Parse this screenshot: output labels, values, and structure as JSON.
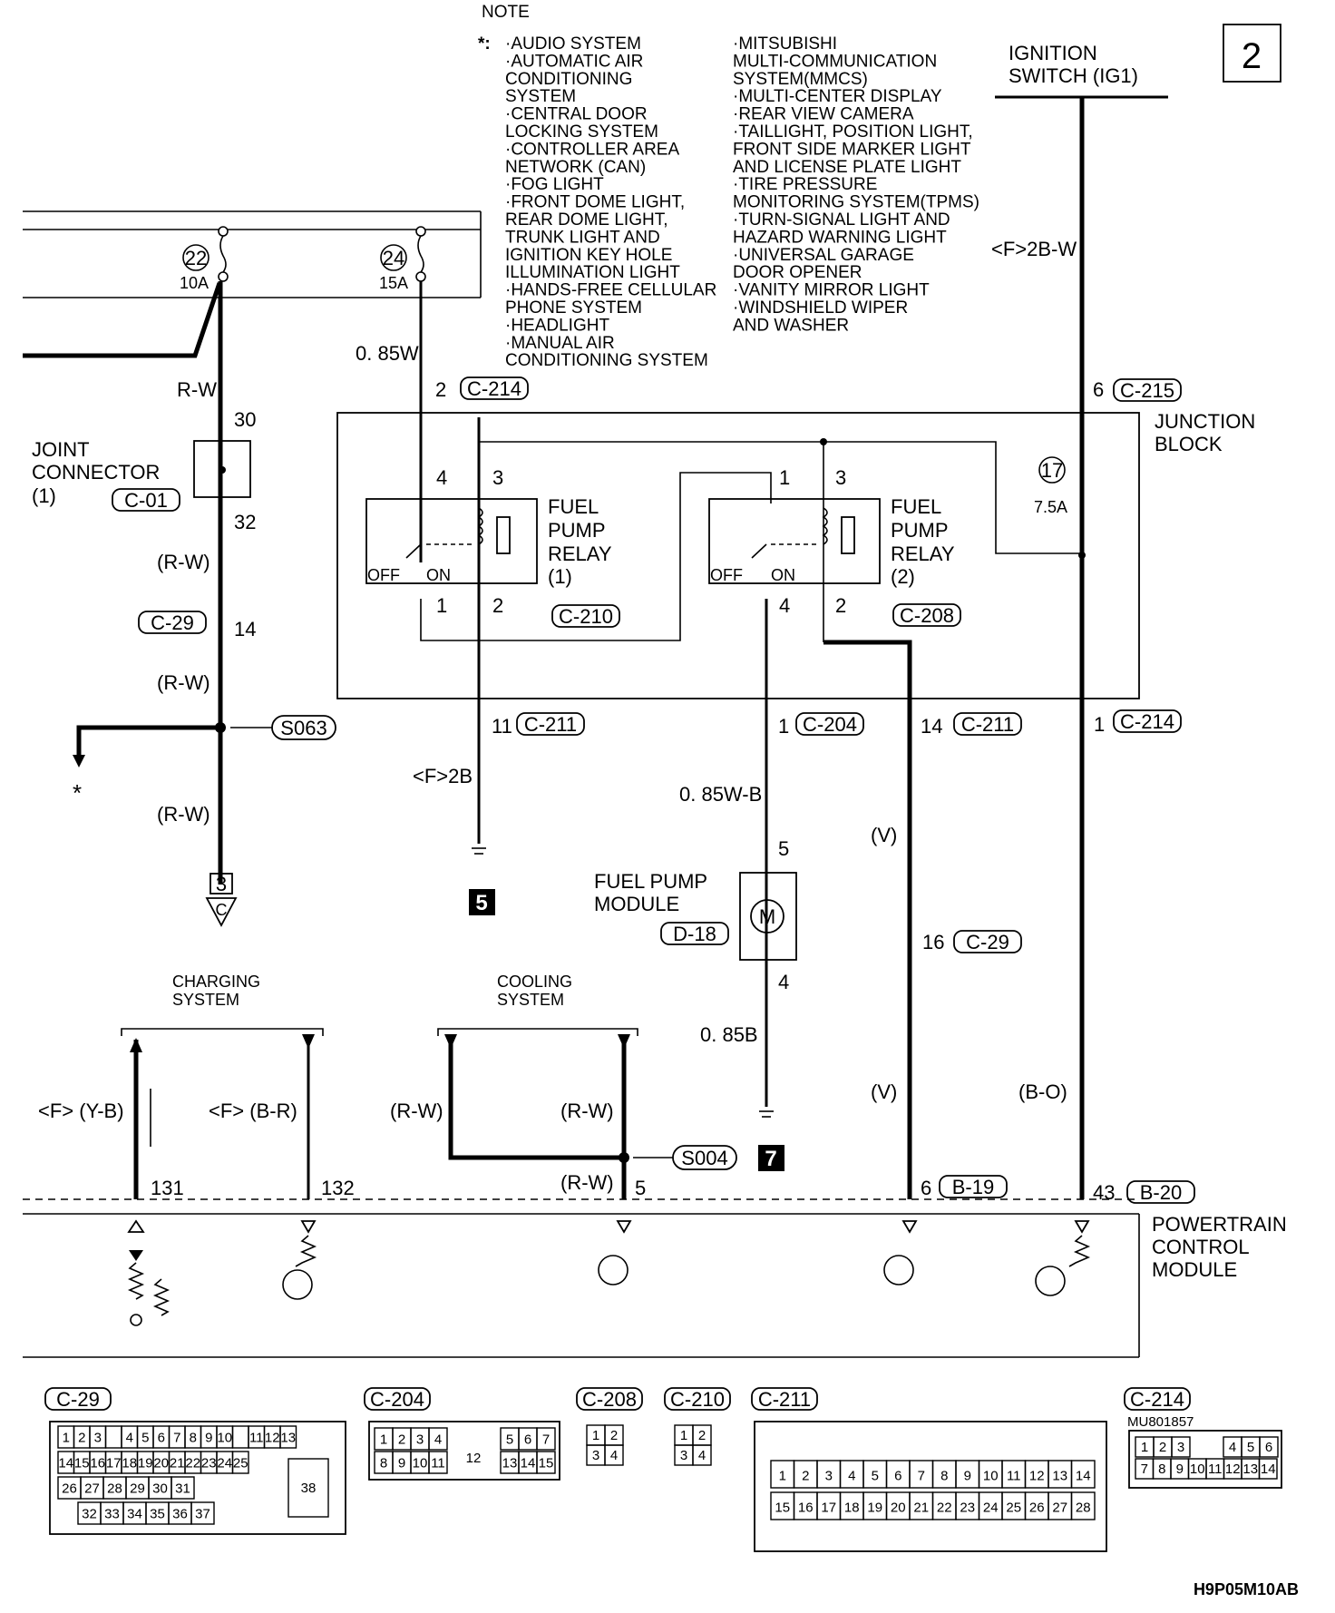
{
  "page_no": "2",
  "note": {
    "title": "NOTE",
    "marker": "*:",
    "left": [
      "·AUDIO SYSTEM",
      "·AUTOMATIC AIR",
      "CONDITIONING",
      "SYSTEM",
      "·CENTRAL DOOR",
      "LOCKING SYSTEM",
      "·CONTROLLER AREA",
      "NETWORK (CAN)",
      "·FOG LIGHT",
      "·FRONT DOME LIGHT,",
      "REAR DOME LIGHT,",
      "TRUNK LIGHT AND",
      "IGNITION KEY HOLE",
      "ILLUMINATION LIGHT",
      "·HANDS-FREE CELLULAR",
      "PHONE SYSTEM",
      "·HEADLIGHT",
      "·MANUAL AIR",
      "CONDITIONING SYSTEM"
    ],
    "right": [
      "·MITSUBISHI",
      "MULTI-COMMUNICATION",
      "SYSTEM(MMCS)",
      "·MULTI-CENTER DISPLAY",
      "·REAR VIEW CAMERA",
      "·TAILLIGHT, POSITION LIGHT,",
      "FRONT SIDE MARKER LIGHT",
      "AND LICENSE PLATE LIGHT",
      "·TIRE PRESSURE",
      "MONITORING SYSTEM(TPMS)",
      "·TURN-SIGNAL LIGHT AND",
      "HAZARD WARNING LIGHT",
      "·UNIVERSAL GARAGE",
      "DOOR OPENER",
      "·VANITY MIRROR LIGHT",
      "·WINDSHIELD WIPER",
      "AND WASHER"
    ]
  },
  "ignition": {
    "line1": "IGNITION",
    "line2": "SWITCH (IG1)",
    "wire": "<F>2B-W"
  },
  "fuses": {
    "f22": "22",
    "f22_amp": "10A",
    "f24": "24",
    "f24_amp": "15A",
    "f17": "17",
    "f17_amp": "7.5A"
  },
  "junction_block": {
    "line1": "JUNCTION",
    "line2": "BLOCK"
  },
  "joint_connector": {
    "line1": "JOINT",
    "line2": "CONNECTOR",
    "line3": "(1)",
    "conn": "C-01",
    "pin_in": "30",
    "pin_out": "32"
  },
  "relay1": {
    "line1": "FUEL",
    "line2": "PUMP",
    "line3": "RELAY",
    "line4": "(1)",
    "conn": "C-210",
    "p4": "4",
    "p3": "3",
    "p1": "1",
    "p2": "2",
    "off": "OFF",
    "on": "ON"
  },
  "relay2": {
    "line1": "FUEL",
    "line2": "PUMP",
    "line3": "RELAY",
    "line4": "(2)",
    "conn": "C-208",
    "p1": "1",
    "p3": "3",
    "p4": "4",
    "p2": "2",
    "off": "OFF",
    "on": "ON"
  },
  "wires": {
    "w_rw": "R-W",
    "w_rw_p1": "(R-W)",
    "w_rw_p2": "(R-W)",
    "w_rw_p3": "(R-W)",
    "w_085w": "0. 85W",
    "w_f2b": "<F>2B",
    "w_085wb": "0. 85W-B",
    "w_085b": "0. 85B",
    "w_v1": "(V)",
    "w_v2": "(V)",
    "w_bo": "(B-O)",
    "w_fyb": "<F> (Y-B)",
    "w_fbr": "<F> (B-R)",
    "w_rw_c1": "(R-W)",
    "w_rw_c2": "(R-W)",
    "w_rw_c3": "(R-W)"
  },
  "connectors": {
    "c214_top_pin": "2",
    "c214_top": "C-214",
    "c215_pin": "6",
    "c215": "C-215",
    "c29_left": "C-29",
    "c29_left_pin": "14",
    "c211a_pin": "11",
    "c211a": "C-211",
    "c204_pin": "1",
    "c204": "C-204",
    "c211b_pin": "14",
    "c211b": "C-211",
    "c214b_pin": "1",
    "c214b": "C-214",
    "c29_mid_pin": "16",
    "c29_mid": "C-29",
    "b19_pin": "6",
    "b19": "B-19",
    "b20_pin": "43",
    "b20": "B-20",
    "pcm_131": "131",
    "pcm_132": "132",
    "pcm_5": "5"
  },
  "splices": {
    "s063": "S063",
    "s004": "S004"
  },
  "star": "*",
  "ground_5": "5",
  "ground_7": "7",
  "ref_3": "3",
  "ref_c": "C",
  "fuel_pump": {
    "line1": "FUEL PUMP",
    "line2": "MODULE",
    "conn": "D-18",
    "p5": "5",
    "p4": "4",
    "motor": "M"
  },
  "charging": {
    "line1": "CHARGING",
    "line2": "SYSTEM"
  },
  "cooling": {
    "line1": "COOLING",
    "line2": "SYSTEM"
  },
  "pcm": {
    "line1": "POWERTRAIN",
    "line2": "CONTROL",
    "line3": "MODULE"
  },
  "conn_views": {
    "c29": {
      "title": "C-29",
      "row1": [
        "1",
        "2",
        "3",
        "",
        "4",
        "5",
        "6",
        "7",
        "8",
        "9",
        "10",
        "",
        "11",
        "12",
        "13"
      ],
      "row2": [
        "14",
        "15",
        "16",
        "17",
        "18",
        "19",
        "20",
        "21",
        "22",
        "23",
        "24",
        "25"
      ],
      "row3": [
        "26",
        "27",
        "28",
        "29",
        "30",
        "31"
      ],
      "row4": [
        "32",
        "33",
        "34",
        "35",
        "36",
        "37"
      ],
      "big": "38"
    },
    "c204": {
      "title": "C-204",
      "row1": [
        "1",
        "2",
        "3",
        "4",
        "5",
        "6",
        "7"
      ],
      "row2": [
        "8",
        "9",
        "10",
        "11",
        "13",
        "14",
        "15"
      ],
      "mid": "12"
    },
    "c208": {
      "title": "C-208",
      "pins": [
        "1",
        "2",
        "3",
        "4"
      ]
    },
    "c210": {
      "title": "C-210",
      "pins": [
        "1",
        "2",
        "3",
        "4"
      ]
    },
    "c211": {
      "title": "C-211",
      "row1": [
        "1",
        "2",
        "3",
        "4",
        "5",
        "6",
        "7",
        "8",
        "9",
        "10",
        "11",
        "12",
        "13",
        "14"
      ],
      "row2": [
        "15",
        "16",
        "17",
        "18",
        "19",
        "20",
        "21",
        "22",
        "23",
        "24",
        "25",
        "26",
        "27",
        "28"
      ]
    },
    "c214": {
      "title": "C-214",
      "part": "MU801857",
      "row1": [
        "1",
        "2",
        "3",
        "4",
        "5",
        "6"
      ],
      "row2": [
        "7",
        "8",
        "9",
        "10",
        "11",
        "12",
        "13",
        "14"
      ]
    }
  },
  "figure_code": "H9P05M10AB"
}
